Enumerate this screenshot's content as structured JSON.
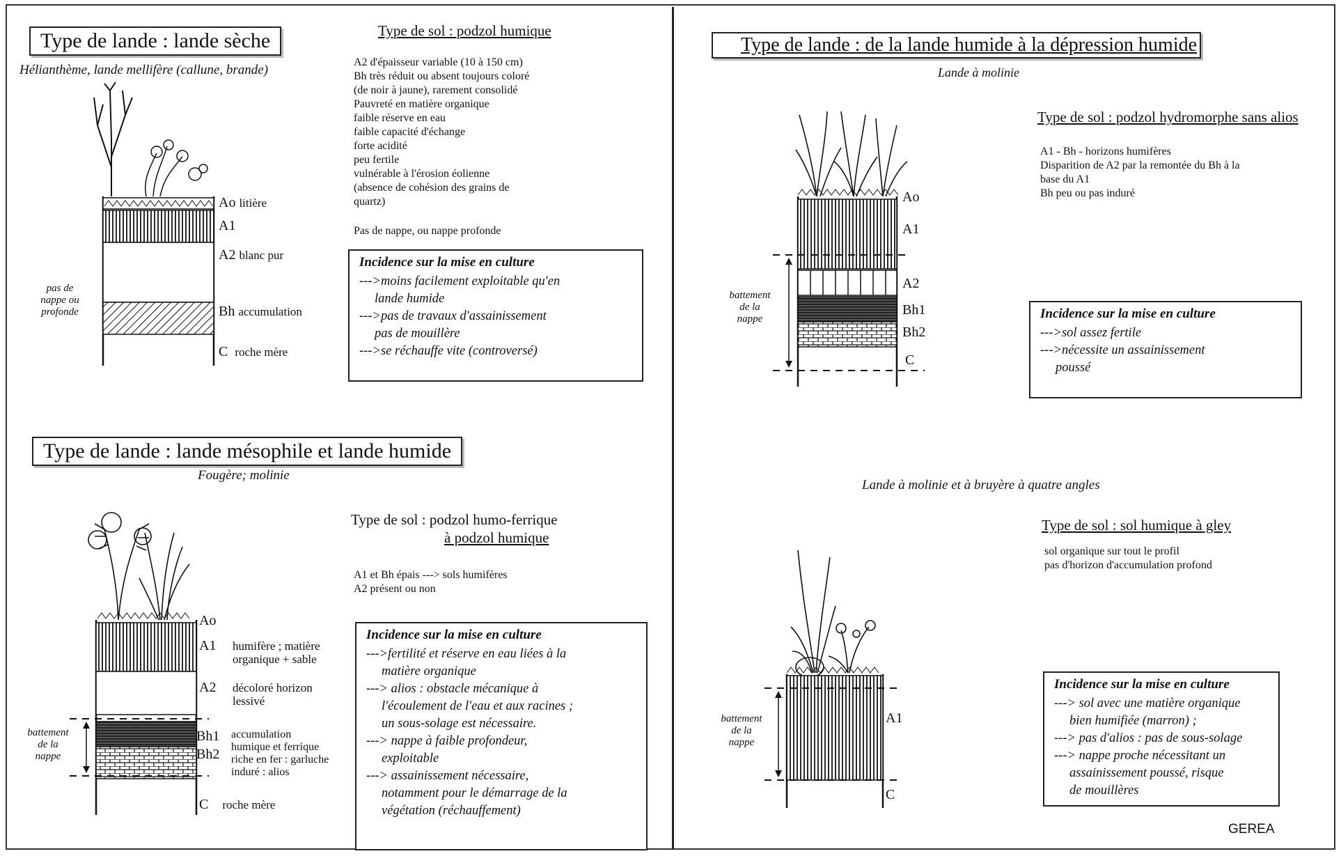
{
  "footer": {
    "credit": "GEREA"
  },
  "panels": {
    "seche": {
      "title": "Type de lande : lande sèche",
      "subtitle": "Hélianthème, lande mellifère (callune, brande)",
      "soil_title": "Type de sol : podzol humique",
      "desc": [
        "A2 d'épaisseur variable (10 à 150 cm)",
        "Bh très réduit ou absent toujours coloré",
        "(de noir à jaune), rarement consolidé",
        "Pauvreté en matière organique",
        "faible réserve en eau",
        "faible capacité d'échange",
        "forte acidité",
        "peu fertile",
        "vulnérable à l'érosion éolienne",
        "(absence de cohésion des grains de",
        "quartz)"
      ],
      "nappe_text": "Pas de nappe, ou nappe profonde",
      "incidence_title": "Incidence sur la mise en culture",
      "incidence": [
        "--->moins  facilement exploitable qu'en",
        "lande humide",
        "--->pas de travaux d'assainissement",
        "pas de mouillère",
        "--->se réchauffe  vite (controversé)"
      ],
      "horizons": {
        "ao": "Ao",
        "ao_desc": "litière",
        "a1": "A1",
        "a2": "A2",
        "a2_desc": "blanc pur",
        "bh": "Bh",
        "bh_desc": "accumulation",
        "c": "C",
        "c_desc": "roche mère"
      },
      "side_note": [
        "pas de",
        "nappe ou",
        "profonde"
      ]
    },
    "mesophile": {
      "title": "Type de lande : lande mésophile et lande humide",
      "subtitle": "Fougère; molinie",
      "soil_title_1": "Type de sol : podzol humo-ferrique",
      "soil_title_2": "à podzol humique",
      "desc": [
        "A1 et Bh épais ---> sols humifères",
        "A2 présent ou non"
      ],
      "incidence_title": "Incidence sur la mise en culture",
      "incidence": [
        "--->fertilité et réserve en eau liées à la",
        "matière organique",
        "---> alios : obstacle mécanique à",
        "l'écoulement de l'eau et aux racines ;",
        "un sous-solage est nécessaire.",
        "---> nappe à faible profondeur,",
        "exploitable",
        "---> assainissement nécessaire,",
        "notamment pour le démarrage de la",
        "végétation (réchauffement)"
      ],
      "horizons": {
        "ao": "Ao",
        "a1": "A1",
        "a1_desc": [
          "humifère ; matière",
          "organique + sable"
        ],
        "a2": "A2",
        "a2_desc": [
          "décoloré horizon",
          "lessivé"
        ],
        "bh1": "Bh1",
        "bh2": "Bh2",
        "bh_desc": [
          "accumulation",
          "humique et ferrique",
          "riche en fer : garluche",
          "induré : alios"
        ],
        "c": "C",
        "c_desc": "roche mère"
      },
      "side_note": [
        "battement",
        "de la",
        "nappe"
      ]
    },
    "humide": {
      "title": "Type de lande : de la lande humide  à  la  dépression humide",
      "subtitle": "Lande à molinie",
      "soil_title": "Type de sol : podzol hydromorphe sans alios",
      "desc": [
        "A1 - Bh - horizons humifères",
        "Disparition de A2 par la remontée du Bh à la",
        "base du A1",
        "Bh peu ou pas induré"
      ],
      "incidence_title": "Incidence sur la mise en culture",
      "incidence": [
        "--->sol assez fertile",
        "--->nécessite un assainissement",
        "poussé"
      ],
      "horizons": {
        "ao": "Ao",
        "a1": "A1",
        "a2": "A2",
        "bh1": "Bh1",
        "bh2": "Bh2",
        "c": "C"
      },
      "side_note": [
        "battement",
        "de la",
        "nappe"
      ]
    },
    "gley": {
      "subtitle": "Lande à molinie et à bruyère à quatre angles",
      "soil_title": "Type de sol : sol humique à gley",
      "desc": [
        "sol organique sur tout le profil",
        "pas d'horizon d'accumulation profond"
      ],
      "incidence_title": "Incidence sur la mise en culture",
      "incidence": [
        "---> sol avec une  matière organique",
        "bien  humifiée  (marron) ;",
        "---> pas d'alios : pas de sous-solage",
        "---> nappe proche  nécessitant un",
        "assainissement  poussé, risque",
        "de mouillères"
      ],
      "horizons": {
        "a1": "A1",
        "c": "C"
      },
      "side_note": [
        "battement",
        "de la",
        "nappe"
      ]
    }
  }
}
